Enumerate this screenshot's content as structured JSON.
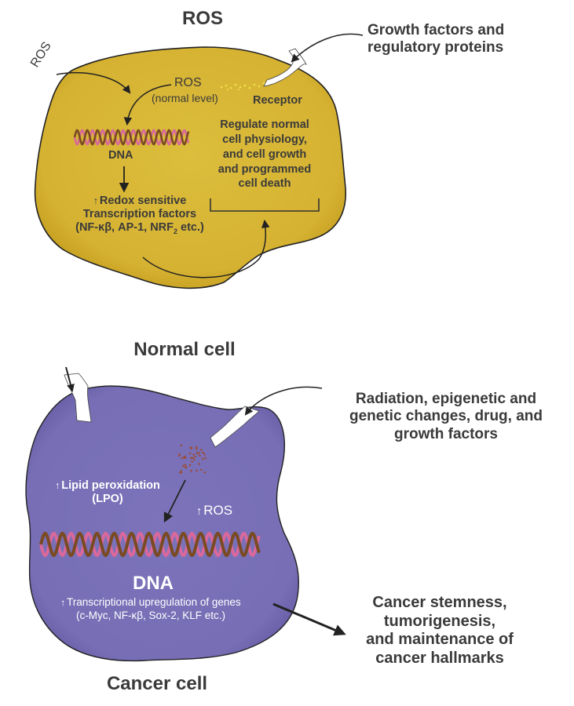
{
  "colors": {
    "normal_cell_fill": "#d8b636",
    "normal_cell_edge": "#c9a21f",
    "cancer_cell_fill": "#7b72b8",
    "cancer_cell_edge": "#6a61a8",
    "text_dark": "#3a3a3a",
    "text_light": "#ffffff",
    "dna_brown": "#7a4a22",
    "dna_pink": "#d9689c",
    "receptor_glow": "#f2e14a",
    "lipid_particles": "#9c4a2a"
  },
  "normal_panel": {
    "title_top": "ROS",
    "external_ros_label": "ROS",
    "external_signal_label_line1": "Growth factors and",
    "external_signal_label_line2": "regulatory proteins",
    "inner_ros_label": "ROS",
    "inner_ros_sublabel": "(normal level)",
    "receptor_label": "Receptor",
    "dna_label": "DNA",
    "tf_line1": "Redox sensitive",
    "tf_line2": "Transcription factors",
    "tf_line3_prefix": "(NF-κβ, AP-1, NRF",
    "tf_line3_subscript": "2",
    "tf_line3_suffix": " etc.)",
    "up_arrow": "↑",
    "outcome_lines": [
      "Regulate normal",
      "cell physiology,",
      "and cell growth",
      "and programmed",
      "cell death"
    ],
    "caption": "Normal cell"
  },
  "cancer_panel": {
    "external_signal_lines": [
      "Radiation, epigenetic and",
      "genetic changes, drug, and",
      "growth factors"
    ],
    "lpo_line1": "Lipid peroxidation",
    "lpo_line2": "(LPO)",
    "ros_label": "ROS",
    "dna_label": "DNA",
    "transcription_line1": "Transcriptional upregulation of genes",
    "transcription_line2": "(c-Myc, NF-κβ, Sox-2, KLF etc.)",
    "up_arrow": "↑",
    "outcome_lines": [
      "Cancer stemness,",
      "tumorigenesis,",
      "and maintenance of",
      "cancer hallmarks"
    ],
    "caption": "Cancer cell"
  }
}
